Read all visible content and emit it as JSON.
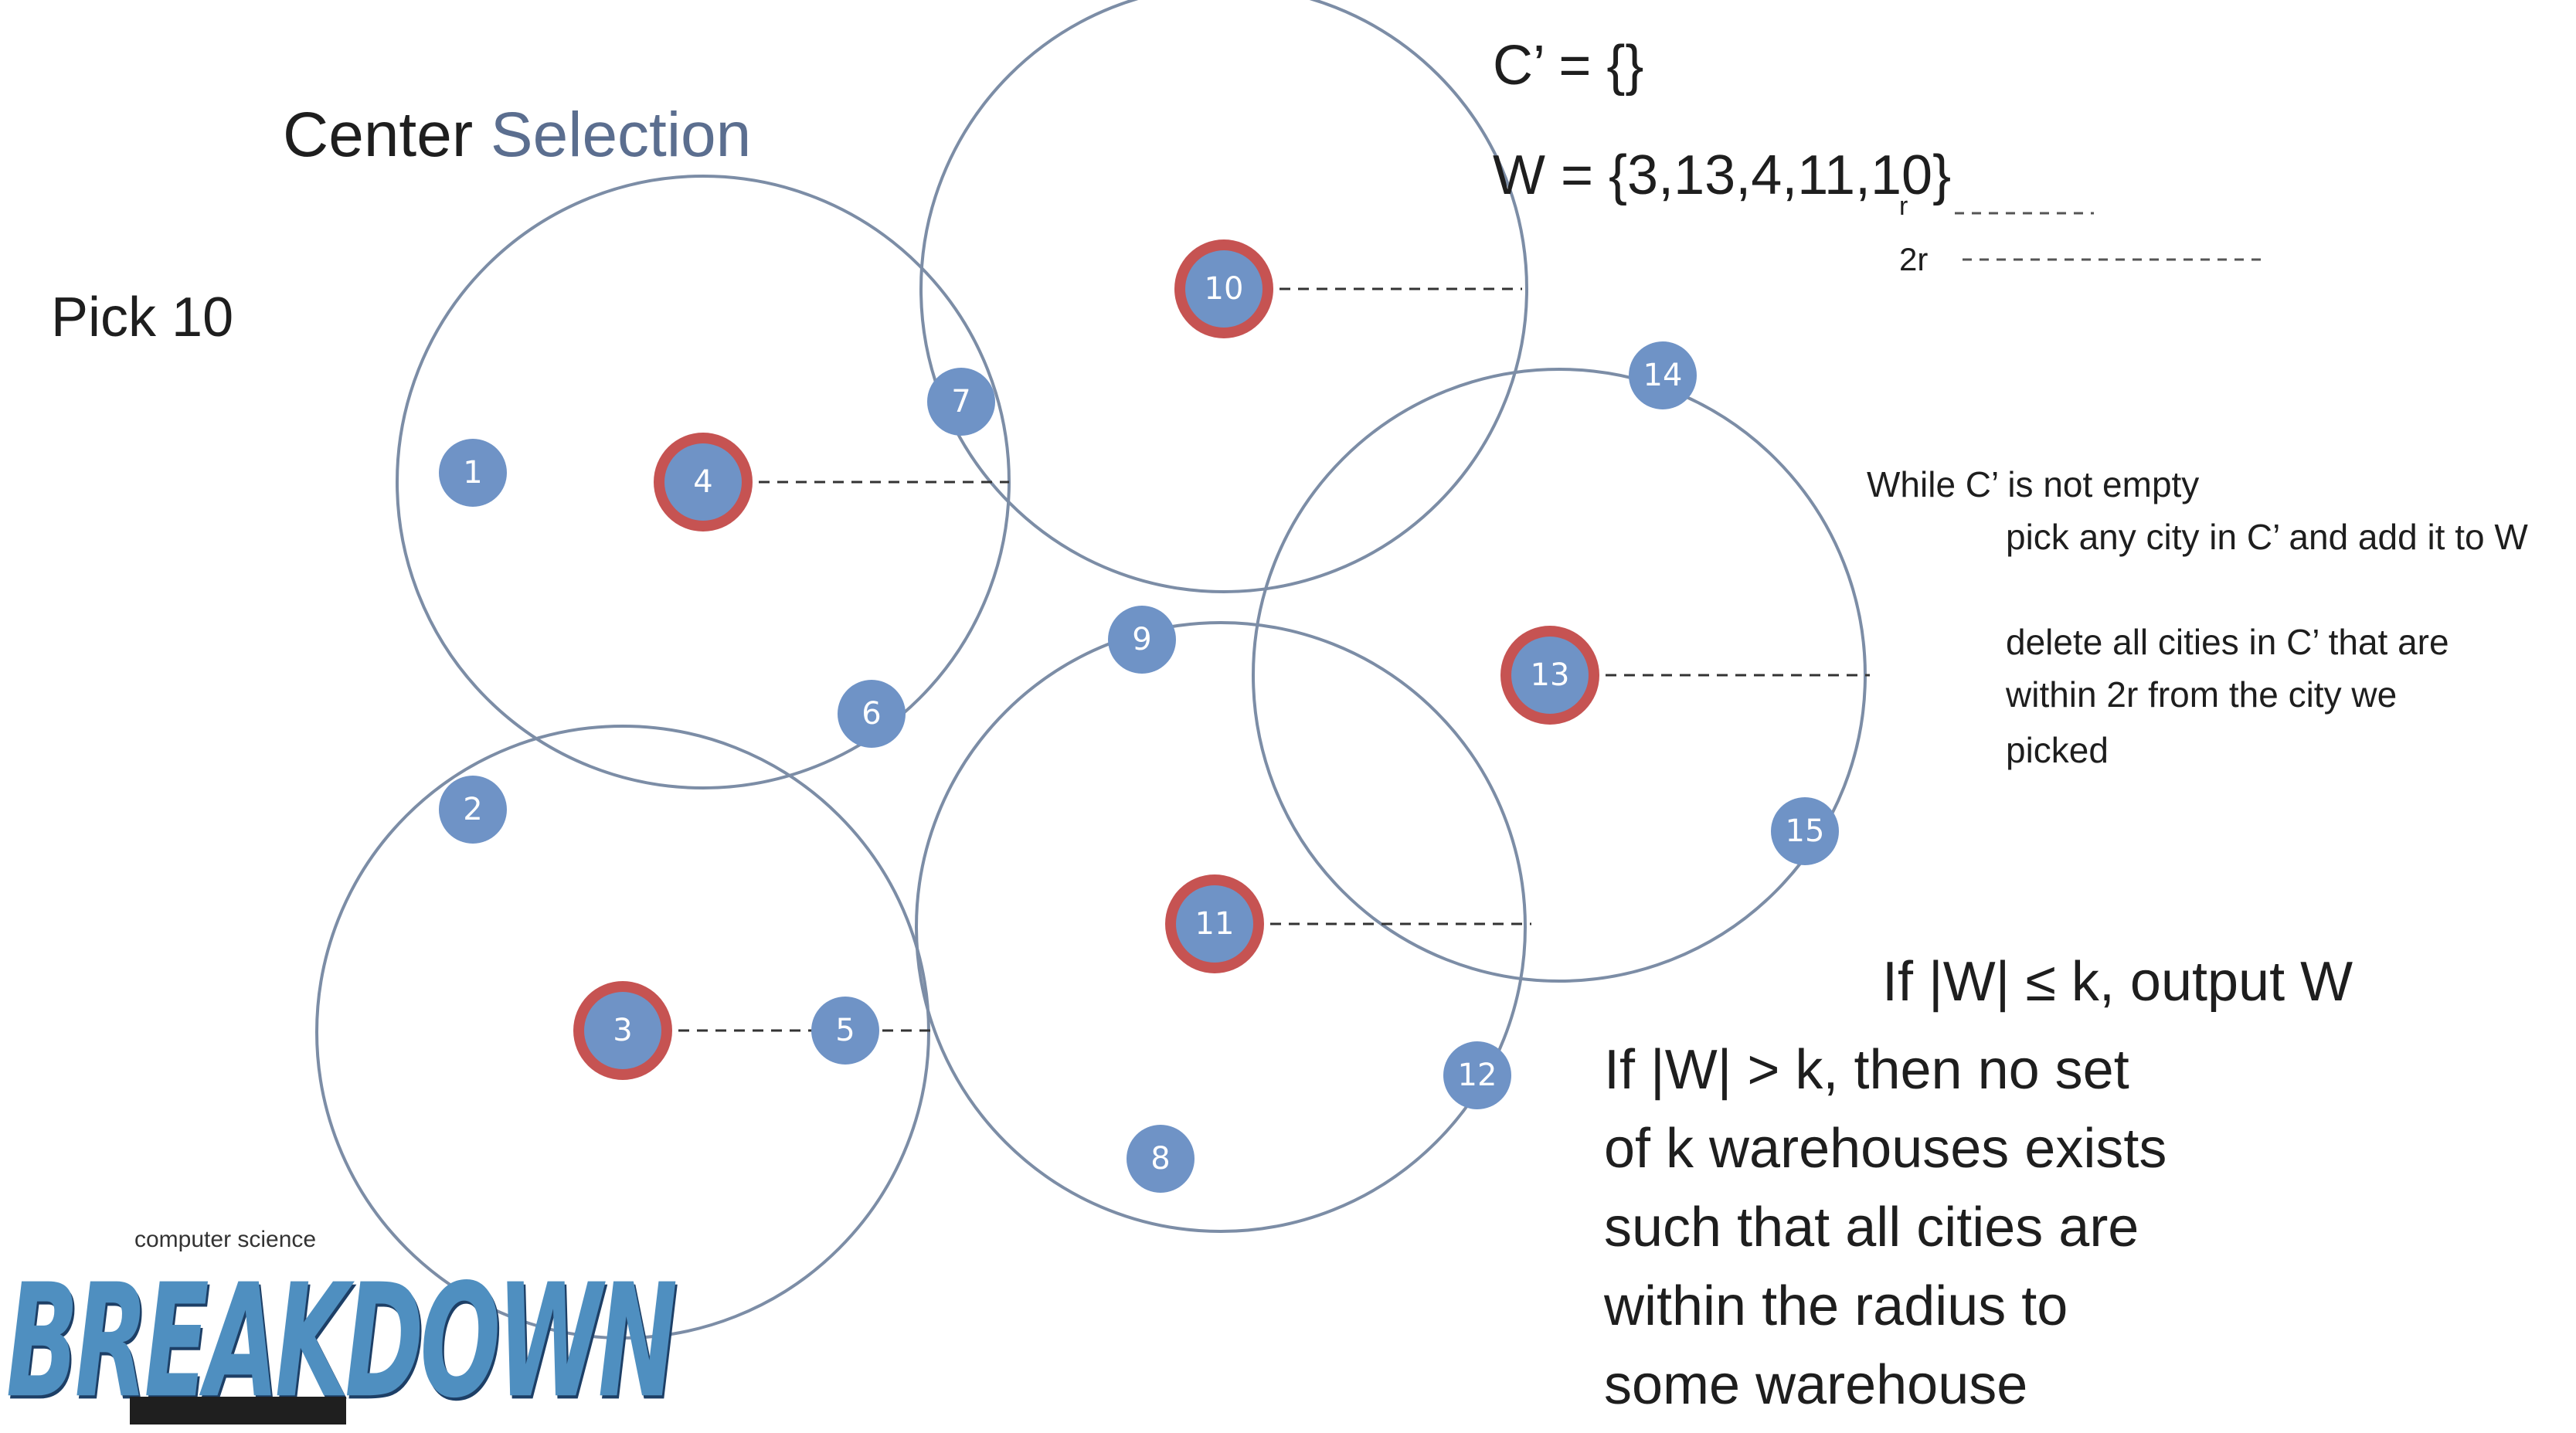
{
  "title": {
    "part1": "Center",
    "part2": "Selection"
  },
  "pick_label": "Pick 10",
  "sets": {
    "c_prime": "C’ = {}",
    "w": "W = {3,13,4,11,10}"
  },
  "legend": {
    "r": "r",
    "two_r": "2r"
  },
  "algorithm": {
    "line1": "While C’ is not empty",
    "line2": "pick any city in C’ and add it to W",
    "line3": "delete all cities in C’ that are",
    "line4": "within 2r from the city we",
    "line5": "picked"
  },
  "rule1": "If |W| ≤ k, output W",
  "rule2_lines": [
    "If |W| > k, then no set",
    "of k warehouses exists",
    "such that all cities are",
    "within the radius to",
    "some warehouse"
  ],
  "logo": {
    "small": "computer science",
    "big": "BREAKDOWN"
  },
  "colors": {
    "city_fill": "#6f93c6",
    "center_ring": "#c65352",
    "circle_stroke": "#7c8da6"
  },
  "cities": [
    {
      "id": "1",
      "label": "1"
    },
    {
      "id": "2",
      "label": "2"
    },
    {
      "id": "3",
      "label": "3",
      "center": true
    },
    {
      "id": "4",
      "label": "4",
      "center": true
    },
    {
      "id": "5",
      "label": "5"
    },
    {
      "id": "6",
      "label": "6"
    },
    {
      "id": "7",
      "label": "7"
    },
    {
      "id": "8",
      "label": "8"
    },
    {
      "id": "9",
      "label": "9"
    },
    {
      "id": "10",
      "label": "10",
      "center": true
    },
    {
      "id": "11",
      "label": "11",
      "center": true
    },
    {
      "id": "12",
      "label": "12"
    },
    {
      "id": "13",
      "label": "13",
      "center": true
    },
    {
      "id": "14",
      "label": "14"
    },
    {
      "id": "15",
      "label": "15"
    }
  ]
}
